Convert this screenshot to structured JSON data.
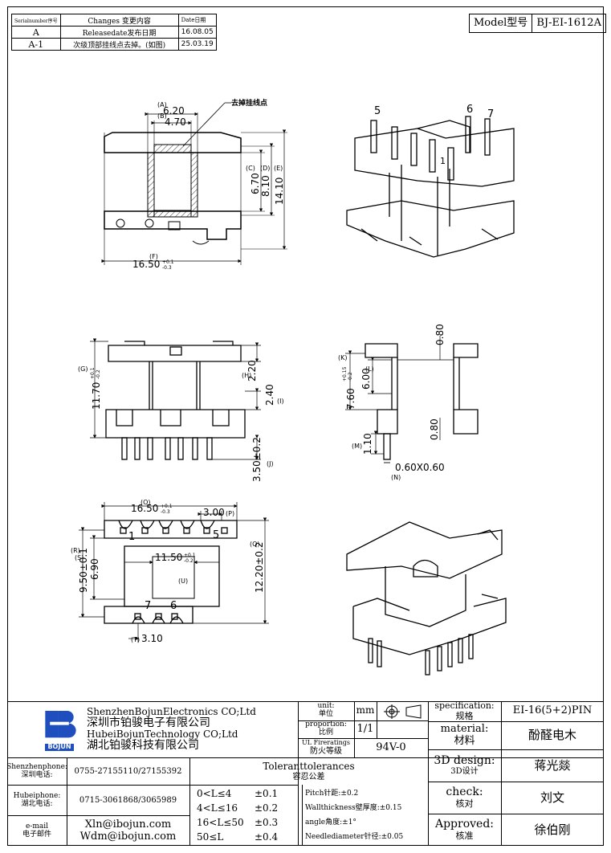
{
  "revision_table": {
    "headers": [
      "Serialnumber序号",
      "Changes 变更内容",
      "Date日期"
    ],
    "rows": [
      {
        "serial": "A",
        "change": "Releasedate发布日期",
        "date": "16.08.05"
      },
      {
        "serial": "A-1",
        "change": "次级顶部挂线点去掉。(如图)",
        "date": "25.03.19"
      }
    ]
  },
  "model": {
    "label": "Model型号",
    "value": "BJ-EI-1612A"
  },
  "top_view": {
    "callout": "去掉挂线点",
    "dims": {
      "A": "6.20",
      "B": "4.70",
      "C": "6.70",
      "D": "8.10",
      "E": "14.10",
      "F": "16.50"
    },
    "tol_F": {
      "plus": "+0.1",
      "minus": "-0.3"
    },
    "labels": {
      "A": "(A)",
      "B": "(B)",
      "C": "(C)",
      "D": "(D)",
      "E": "(E)",
      "F": "(F)"
    }
  },
  "iso1_pins": [
    "5",
    "6",
    "7",
    "1"
  ],
  "front_view": {
    "dims": {
      "G": "11.70",
      "H": "2.20",
      "I": "2.40",
      "J": "3.50±0.2"
    },
    "tol_G": {
      "plus": "+0.1",
      "minus": "-0.2"
    },
    "labels": {
      "G": "(G)",
      "H": "(H)",
      "I": "(I)",
      "J": "(J)"
    }
  },
  "side_view": {
    "dims": {
      "K": "7.60",
      "L": "6.00",
      "top": "0.80",
      "bottom": "0.80",
      "M": "1.10",
      "N": "0.60X0.60"
    },
    "tol_K": {
      "plus": "+0.15",
      "minus": "-0.2"
    },
    "labels": {
      "K": "(K)",
      "L": "(L)",
      "M": "(M)",
      "N": "(N)"
    }
  },
  "bottom_view": {
    "dims": {
      "O": "16.50",
      "P": "3.00",
      "R": "9.50±0.1",
      "S": "6.90",
      "T": "3.10",
      "U": "11.50",
      "Q": "12.20±0.2"
    },
    "tol_O": {
      "plus": "+0.1",
      "minus": "-0.3"
    },
    "tol_U": {
      "plus": "+0.1",
      "minus": "-0.2"
    },
    "labels": {
      "O": "(O)",
      "P": "(P)",
      "Q": "(Q)",
      "R": "(R)",
      "S": "(S)",
      "T": "(T)",
      "U": "(U)"
    },
    "pins": [
      "1",
      "5",
      "7",
      "6"
    ]
  },
  "title_block": {
    "company": {
      "en1": "ShenzhenBojunElectronics CO;Ltd",
      "cn1": "深圳市铂骏电子有限公司",
      "en2": "HubeiBojunTechnology CO;Ltd",
      "cn2": "湖北铂骏科技有限公司",
      "logo_text": "BOJUN"
    },
    "unit": {
      "label": "unit:",
      "label_cn": "单位",
      "value": "mm"
    },
    "proportion": {
      "label": "proportion:",
      "label_cn": "比例",
      "value": "1/1"
    },
    "ul": {
      "label": "UL Fireratings",
      "label_cn": "防火等级",
      "value": "94V-0"
    },
    "spec": {
      "label": "specification:",
      "label_cn": "规格",
      "value": "EI-16(5+2)PIN"
    },
    "material": {
      "label": "material:",
      "label_cn": "材料",
      "value": "酚醛电木"
    },
    "design": {
      "label": "3D design:",
      "label_cn": "3D设计",
      "value": "蒋光燚"
    },
    "check": {
      "label": "check:",
      "label_cn": "核对",
      "value": "刘文"
    },
    "approved": {
      "label": "Approved:",
      "label_cn": "核准",
      "value": "徐伯刚"
    },
    "tolerances": {
      "title": "Toleranttolerances",
      "title_cn": "容忍公差",
      "ranges": [
        {
          "range": "0<L≤4",
          "tol": "±0.1"
        },
        {
          "range": "4<L≤16",
          "tol": "±0.2"
        },
        {
          "range": "16<L≤50",
          "tol": "±0.3"
        },
        {
          "range": "50≤L",
          "tol": "±0.4"
        }
      ],
      "notes": [
        "Pitch针距:±0.2",
        "Wallthickness壁厚度:±0.15",
        "angle角度:±1°",
        "Needlediameter针径:±0.05"
      ]
    },
    "contacts": [
      {
        "label": "Shenzhenphone:",
        "label_cn": "深圳电话:",
        "value": "0755-27155110/27155392"
      },
      {
        "label": "Hubeiphone:",
        "label_cn": "湖北电话:",
        "value": "0715-3061868/3065989"
      },
      {
        "label": "e-mail",
        "label_cn": "电子邮件",
        "value1": "Xln@ibojun.com",
        "value2": "Wdm@ibojun.com"
      }
    ]
  }
}
